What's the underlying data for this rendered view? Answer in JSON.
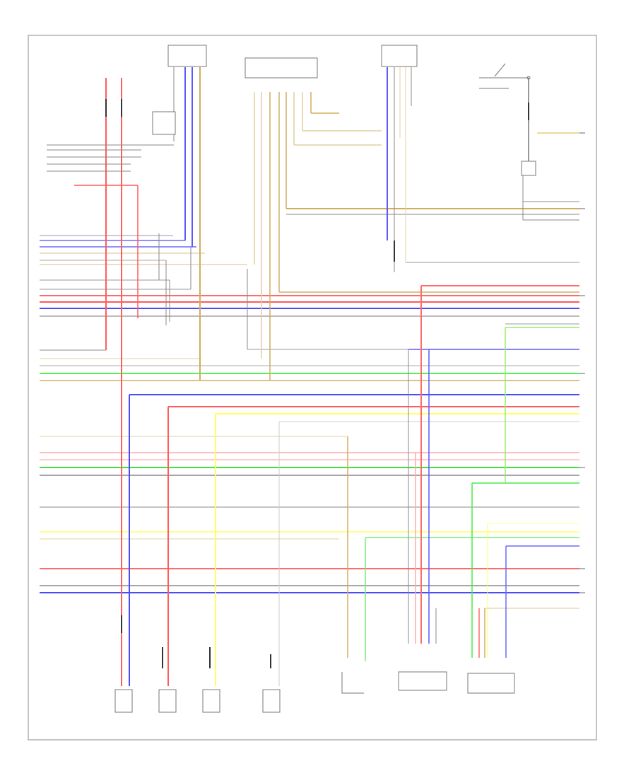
{
  "footer": {
    "code": ""
  },
  "wire_colors": {
    "red": "#ff5c5c",
    "pink": "#ffaaaa",
    "blue": "#4a4aff",
    "green": "#33dd33",
    "light_green": "#99ee66",
    "yellow": "#ffff55",
    "tan": "#d4b46a",
    "brown": "#c49a50",
    "gray": "#555555",
    "light_gray": "#bbbbbb"
  },
  "components": [
    {
      "id": "top-connector-a"
    },
    {
      "id": "top-connector-b"
    },
    {
      "id": "top-connector-c"
    },
    {
      "id": "ignition-switch"
    },
    {
      "id": "relay-left"
    },
    {
      "id": "splice-right"
    },
    {
      "id": "fuel-injector-1"
    },
    {
      "id": "fuel-injector-2"
    },
    {
      "id": "fuel-injector-3"
    },
    {
      "id": "fuel-injector-4"
    },
    {
      "id": "knock-sensor"
    },
    {
      "id": "map-sensor"
    },
    {
      "id": "throttle-position-sensor"
    }
  ]
}
